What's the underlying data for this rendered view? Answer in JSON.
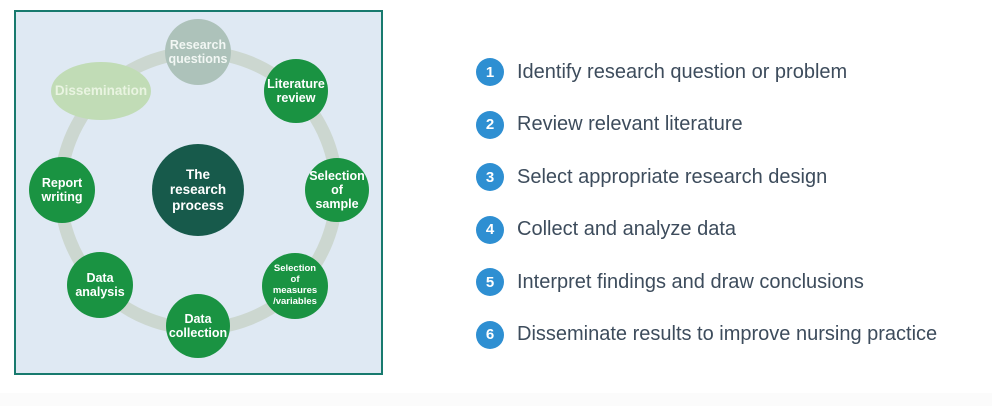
{
  "diagram": {
    "center_label": "The\nresearch\nprocess",
    "nodes": [
      {
        "id": "research-questions",
        "label": "Research\nquestions"
      },
      {
        "id": "literature-review",
        "label": "Literature\nreview"
      },
      {
        "id": "selection-sample",
        "label": "Selection\nof\nsample"
      },
      {
        "id": "selection-measures",
        "label": "Selection\nof\nmeasures\n/variables"
      },
      {
        "id": "data-collection",
        "label": "Data\ncollection"
      },
      {
        "id": "data-analysis",
        "label": "Data\nanalysis"
      },
      {
        "id": "report-writing",
        "label": "Report\nwriting"
      },
      {
        "id": "dissemination",
        "label": "Dissemination"
      }
    ]
  },
  "steps": [
    {
      "num": "1",
      "text": "Identify research question or problem"
    },
    {
      "num": "2",
      "text": "Review relevant literature"
    },
    {
      "num": "3",
      "text": "Select appropriate research design"
    },
    {
      "num": "4",
      "text": "Collect and analyze data"
    },
    {
      "num": "5",
      "text": "Interpret findings and draw conclusions"
    },
    {
      "num": "6",
      "text": "Disseminate results to improve nursing practice"
    }
  ],
  "colors": {
    "panel_background": "#dfe9f3",
    "panel_border": "#187a6e",
    "ring": "#ccd7d0",
    "node_green": "#1a9342",
    "node_gray": "#adc2ba",
    "node_light_green": "#c1dcb6",
    "center_dark_teal": "#175a4b",
    "step_badge_blue": "#2e8fd2",
    "step_text": "#3d4c5c"
  }
}
